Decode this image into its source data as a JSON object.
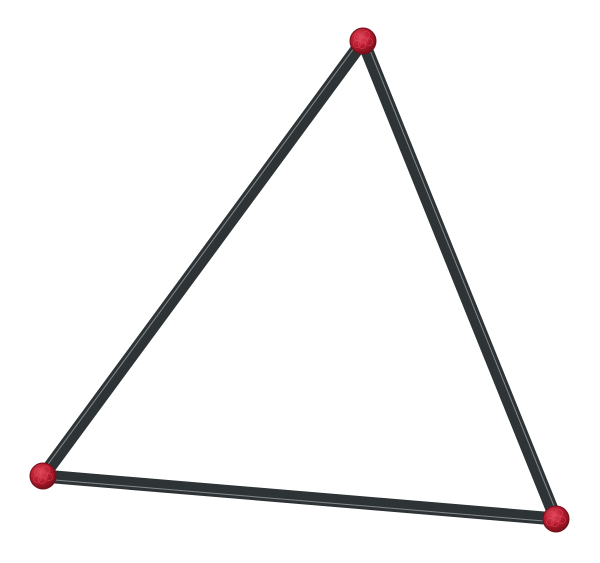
{
  "figure": {
    "shape": "triangle",
    "vertex_count": 3,
    "edge_count": 3,
    "vertex_labels": [
      "",
      "",
      ""
    ]
  },
  "colors": {
    "background": "#ffffff",
    "beam": "#2e3436",
    "beam_highlight": "#a7adaf",
    "joint": "#b3192c",
    "joint_dark": "#6e0f19",
    "joint_light": "#e1485a"
  },
  "icons": {
    "joint": "red-sphere-joint-icon"
  }
}
